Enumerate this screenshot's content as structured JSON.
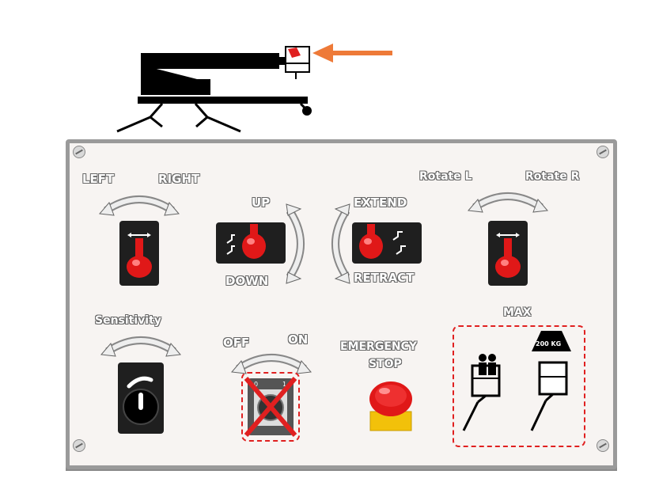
{
  "labels": {
    "left": "LEFT",
    "right": "RIGHT",
    "up": "UP",
    "down": "DOWN",
    "extend": "EXTEND",
    "retract": "RETRACT",
    "rotate_l": "Rotate L",
    "rotate_r": "Rotate R",
    "sensitivity": "Sensitivity",
    "off": "OFF",
    "on": "ON",
    "emergency": "EMERGENCY",
    "stop": "STOP",
    "max": "MAX",
    "weight": "200 KG",
    "selector_0": "0",
    "selector_1": "1"
  },
  "colors": {
    "accent_arrow": "#ee7a38",
    "toggle_red": "#e01818",
    "panel_bg": "#f7f4f2",
    "dashed_red": "#e02020",
    "stop_base": "#f2c10a"
  },
  "icons": {
    "crane": "crane-icon",
    "arrow": "pointer-arrow-icon"
  }
}
